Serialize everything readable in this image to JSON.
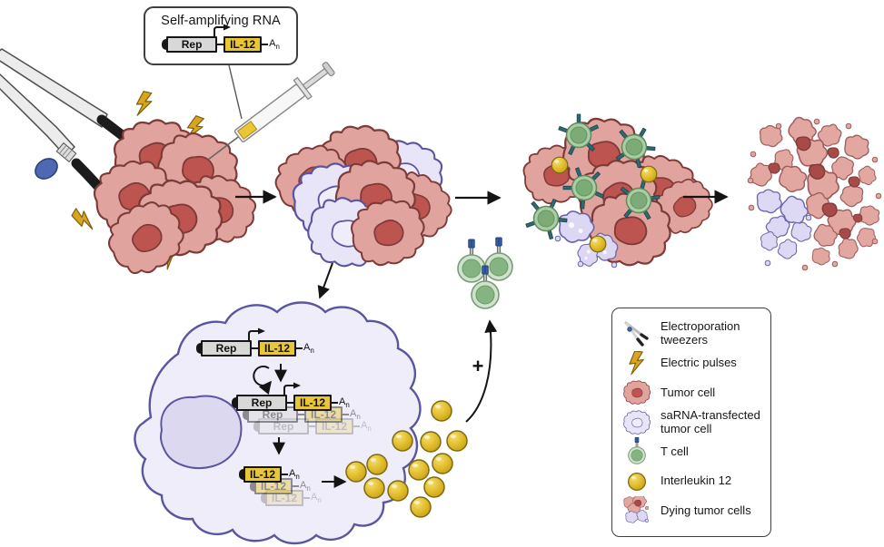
{
  "title_box": {
    "title": "Self-amplifying RNA"
  },
  "construct": {
    "rep": "Rep",
    "il12": "IL-12",
    "polya_base": "A",
    "polya_sub": "n"
  },
  "annotations": {
    "plus": "+"
  },
  "legend": {
    "items": [
      {
        "icon": "electroporation-tweezers-icon",
        "label": "Electroporation tweezers"
      },
      {
        "icon": "electric-pulse-icon",
        "label": "Electric pulses"
      },
      {
        "icon": "tumor-cell-icon",
        "label": "Tumor cell"
      },
      {
        "icon": "sarna-transfected-cell-icon",
        "label": "saRNA-transfected tumor cell"
      },
      {
        "icon": "t-cell-icon",
        "label": "T cell"
      },
      {
        "icon": "interleukin-12-icon",
        "label": "Interleukin 12"
      },
      {
        "icon": "dying-tumor-cells-icon",
        "label": "Dying tumor cells"
      }
    ]
  },
  "colors": {
    "tumor_cell_fill": "#e0a39e",
    "tumor_cell_outline": "#7c3a38",
    "tumor_nucleus": "#bd5450",
    "sarna_cell_fill": "#e8e5f8",
    "sarna_cell_outline": "#5a55a0",
    "sarna_nucleus": "#efecfb",
    "t_cell_outer": "#cfe3cc",
    "t_cell_inner": "#85b382",
    "t_receptor_blue": "#3a5fa5",
    "t_receptor_teal": "#2f6a70",
    "il12_yellow": "#e3bf2e",
    "pulse_yellow": "#d9a520",
    "construct_gray": "#d8d8d8",
    "construct_yellow": "#e9c636",
    "box_border": "#3f3f3f"
  }
}
